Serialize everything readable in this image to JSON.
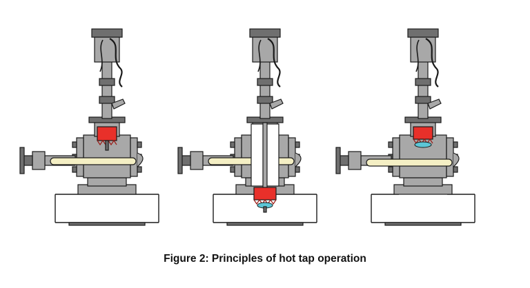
{
  "figure": {
    "caption": "Figure 2: Principles of hot tap operation"
  },
  "stages": [
    {
      "id": "stage-1",
      "cutter": "retracted-in-housing",
      "valve": "open",
      "pipe_wall": "intact"
    },
    {
      "id": "stage-2",
      "cutter": "cutting-pipe-wall",
      "valve": "open",
      "pipe_wall": "being-cut"
    },
    {
      "id": "stage-3",
      "cutter": "retracted-with-coupon",
      "valve": "open",
      "pipe_wall": "opened"
    }
  ],
  "colors": {
    "metal": "#a8a8a8",
    "metal_dark": "#6f6f6f",
    "outline": "#1a1a1a",
    "cutter": "#e8302a",
    "coupon": "#5cc6d6",
    "valve_gate": "#f4efc4",
    "pipe_fill": "#ffffff"
  }
}
